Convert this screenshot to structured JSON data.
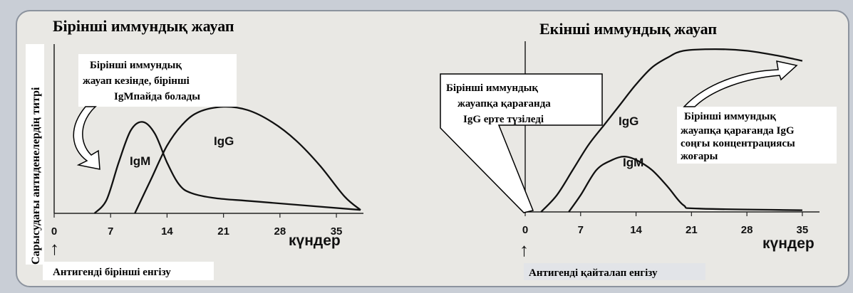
{
  "chart_data": [
    {
      "type": "line",
      "title": "Бірінші  иммундық жауап",
      "ylabel": "Сарысудағы антиденелердің титрі",
      "xlabel": "күндер",
      "x_ticks": [
        "0",
        "7",
        "14",
        "21",
        "28",
        "35"
      ],
      "xlim": [
        0,
        38
      ],
      "ylim": [
        0,
        100
      ],
      "series": [
        {
          "name": "IgM",
          "x": [
            5,
            6.5,
            8,
            9.5,
            11,
            12.5,
            14,
            15.5,
            17,
            20,
            25,
            38
          ],
          "y": [
            0,
            8,
            30,
            49,
            54,
            47,
            30,
            17,
            12,
            9,
            7,
            2
          ]
        },
        {
          "name": "IgG",
          "x": [
            10,
            12,
            14,
            16,
            18,
            21,
            24,
            27,
            30,
            33,
            36,
            38
          ],
          "y": [
            0,
            20,
            40,
            53,
            60,
            63,
            61,
            54,
            43,
            28,
            10,
            2
          ]
        }
      ],
      "annotation": "Бірінші иммундық жауап кезінде, бірінші IgMпайда болады",
      "footer": "Антигенді бірінші  енгізу"
    },
    {
      "type": "line",
      "title": "Екінші иммундық жауап",
      "xlabel": "күндер",
      "x_ticks": [
        "0",
        "7",
        "14",
        "21",
        "28",
        "35"
      ],
      "xlim": [
        0,
        36
      ],
      "ylim": [
        0,
        100
      ],
      "series": [
        {
          "name": "IgG",
          "x": [
            2,
            4,
            6,
            8,
            10,
            12,
            14,
            16,
            18,
            20,
            24,
            28,
            32,
            35
          ],
          "y": [
            0,
            10,
            25,
            40,
            52,
            64,
            76,
            86,
            92,
            96,
            97,
            96,
            93,
            90
          ]
        },
        {
          "name": "IgM",
          "x": [
            5.5,
            7,
            9,
            11,
            12.5,
            14,
            16,
            18,
            20,
            22,
            35
          ],
          "y": [
            0,
            10,
            25,
            31,
            33,
            31,
            25,
            15,
            4,
            2,
            1
          ]
        }
      ],
      "annotations": [
        "Бірінші иммундық жауапқа қарағанда IgG ерте түзіледі",
        "Бірінші иммундық жауапқа қарағанда IgG соңғы концентрациясы жоғары"
      ],
      "footer": "Антигенді қайталап енгізу"
    }
  ],
  "left": {
    "title": "Бірінші  иммундық жауап",
    "ylabel": "Сарысудағы антиденелердің титрі",
    "ticks": [
      "0",
      "7",
      "14",
      "21",
      "28",
      "35"
    ],
    "days_label": "күндер",
    "igm_label": "IgM",
    "igg_label": "IgG",
    "note_lines": [
      "Бірінші иммундық",
      "жауап кезінде, бірінші",
      "IgMпайда болады"
    ],
    "footer": "Антигенді бірінші  енгізу"
  },
  "right": {
    "title": "Екінші иммундық жауап",
    "ticks": [
      "0",
      "7",
      "14",
      "21",
      "28",
      "35"
    ],
    "days_label": "күндер",
    "igm_label": "IgM",
    "igg_label": "IgG",
    "note1_lines": [
      "Бірінші иммундық",
      "жауапқа қарағанда",
      "IgG ерте түзіледі"
    ],
    "note2_lines": [
      "Бірінші иммундық",
      "жауапқа қарағанда IgG",
      "соңғы концентрациясы",
      "жоғары"
    ],
    "footer": "Антигенді қайталап енгізу"
  },
  "colors": {
    "curve": "#111111",
    "axis": "#222222",
    "panel": "#e9e8e4",
    "frame": "#8c939e"
  }
}
